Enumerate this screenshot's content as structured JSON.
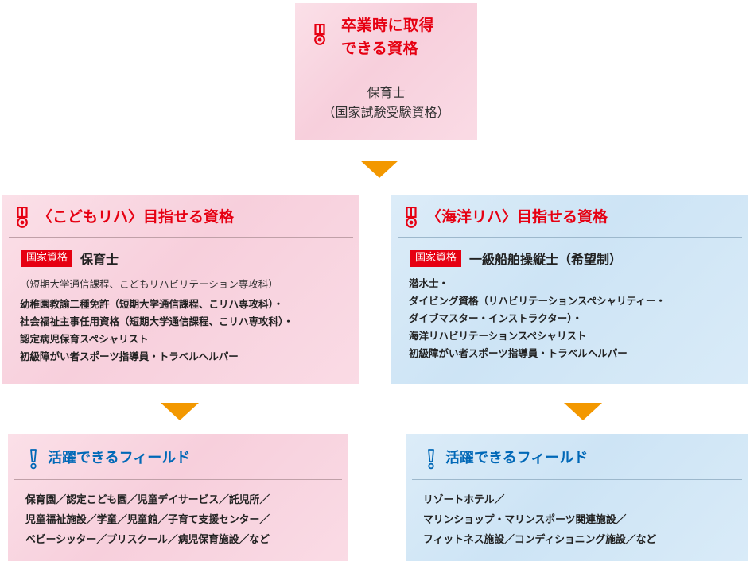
{
  "top": {
    "title_lines": [
      "卒業時に取得",
      "できる資格"
    ],
    "body_lines": [
      "保育士",
      "（国家試験受験資格）"
    ]
  },
  "children": {
    "title": "〈こどもリハ〉目指せる資格",
    "tag": "国家資格",
    "qualification": "保育士",
    "note": "（短期大学通信課程、こどもリハビリテーション専攻科）",
    "items": [
      "幼稚園教諭二種免許（短期大学通信課程、こリハ専攻科）・",
      "社会福祉主事任用資格（短期大学通信課程、こリハ専攻科）・",
      "認定病児保育スペシャリスト",
      "初級障がい者スポーツ指導員・トラベルヘルパー"
    ]
  },
  "ocean": {
    "title": "〈海洋リハ〉目指せる資格",
    "tag": "国家資格",
    "qualification": "一級船舶操縦士（希望制）",
    "items": [
      "潜水士・",
      "ダイビング資格（リハビリテーションスペシャリティー・",
      "ダイブマスター・インストラクター）・",
      "海洋リハビリテーションスペシャリスト",
      "初級障がい者スポーツ指導員・トラベルヘルパー"
    ]
  },
  "fields_left": {
    "title": "活躍できるフィールド",
    "items": [
      "保育園／認定こども園／児童デイサービス／託児所／",
      "児童福祉施設／学童／児童館／子育て支援センター／",
      "ベビーシッター／プリスクール／病児保育施設／など"
    ]
  },
  "fields_right": {
    "title": "活躍できるフィールド",
    "items": [
      "リゾートホテル／",
      "マリンショップ・マリンスポーツ関連施設／",
      "フィットネス施設／コンディショニング施設／など"
    ]
  },
  "colors": {
    "title_red": "#e60012",
    "title_blue": "#0068b7",
    "arrow": "#f39800",
    "pink_bg": "#f8d4e0",
    "blue_bg": "#d2e7f6"
  },
  "icons": [
    "medal-icon",
    "exclamation-icon",
    "down-arrow"
  ]
}
